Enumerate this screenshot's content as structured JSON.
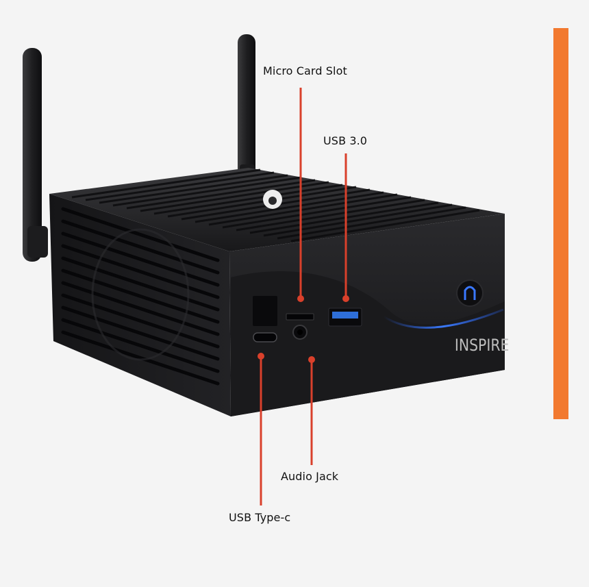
{
  "labels": {
    "micro_card_slot": "Micro Card Slot",
    "usb_30": "USB 3.0",
    "audio_jack": "Audio Jack",
    "usb_type_c": "USB Type-c"
  },
  "device": {
    "brand_mark": "INSPIRE"
  },
  "colors": {
    "accent": "#f2792f",
    "callout": "#d9402b",
    "background": "#f4f4f4",
    "device_body": "#1c1c1e",
    "usb3_port": "#2e6fd8",
    "power_led": "#3a78ff"
  }
}
